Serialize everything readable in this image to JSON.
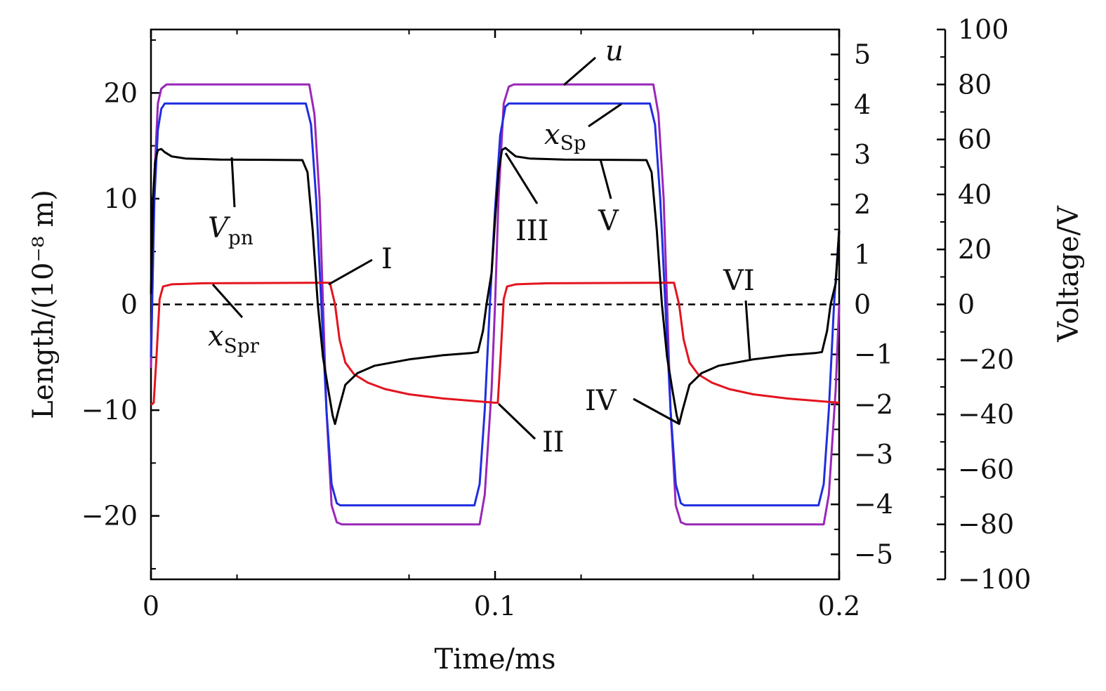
{
  "chart_data": {
    "type": "line",
    "title": "",
    "xlabel": "Time/ms",
    "ylabel_left": "Length/(10⁻⁸ m)",
    "ylabel_right": "Voltage/V",
    "xlim": [
      0,
      0.2
    ],
    "ylim_left": [
      -26,
      26
    ],
    "ylim_mid": [
      -5.5,
      5.5
    ],
    "ylim_right": [
      -100,
      100
    ],
    "grid": false,
    "legend": "none",
    "x_ticks": [
      0,
      0.1,
      0.2
    ],
    "x_tick_labels": [
      "0",
      "0.1",
      "0.2"
    ],
    "left_ticks": [
      -20,
      -10,
      0,
      10,
      20
    ],
    "left_tick_labels": [
      "−20",
      "−10",
      "0",
      "10",
      "20"
    ],
    "mid_ticks": [
      -5,
      -4,
      -3,
      -2,
      -1,
      0,
      1,
      2,
      3,
      4,
      5
    ],
    "mid_tick_labels": [
      "−5",
      "−4",
      "−3",
      "−2",
      "−1",
      "0",
      "1",
      "2",
      "3",
      "4",
      "5"
    ],
    "right_ticks": [
      -100,
      -80,
      -60,
      -40,
      -20,
      0,
      20,
      40,
      60,
      80,
      100
    ],
    "right_tick_labels": [
      "−100",
      "−80",
      "−60",
      "−40",
      "−20",
      "0",
      "20",
      "40",
      "60",
      "80",
      "100"
    ],
    "series": [
      {
        "name": "u",
        "color": "#9a26b8",
        "axis": "left",
        "points": [
          [
            0,
            -6
          ],
          [
            0.001,
            12
          ],
          [
            0.002,
            19
          ],
          [
            0.003,
            20.4
          ],
          [
            0.0045,
            20.8
          ],
          [
            0.046,
            20.8
          ],
          [
            0.0475,
            18
          ],
          [
            0.049,
            10
          ],
          [
            0.05,
            0
          ],
          [
            0.051,
            -10
          ],
          [
            0.0525,
            -19
          ],
          [
            0.054,
            -20.6
          ],
          [
            0.0555,
            -20.8
          ],
          [
            0.0955,
            -20.8
          ],
          [
            0.097,
            -18
          ],
          [
            0.099,
            -8
          ],
          [
            0.1,
            0
          ],
          [
            0.101,
            10
          ],
          [
            0.1025,
            19
          ],
          [
            0.104,
            20.6
          ],
          [
            0.1055,
            20.8
          ],
          [
            0.146,
            20.8
          ],
          [
            0.1475,
            18
          ],
          [
            0.149,
            10
          ],
          [
            0.15,
            0
          ],
          [
            0.151,
            -10
          ],
          [
            0.1525,
            -19
          ],
          [
            0.154,
            -20.6
          ],
          [
            0.1555,
            -20.8
          ],
          [
            0.1955,
            -20.8
          ],
          [
            0.197,
            -18
          ],
          [
            0.199,
            -8
          ],
          [
            0.2,
            0
          ]
        ]
      },
      {
        "name": "x_Sp",
        "color": "#1f2ee0",
        "axis": "left",
        "points": [
          [
            0,
            -5
          ],
          [
            0.001,
            10
          ],
          [
            0.002,
            16.5
          ],
          [
            0.003,
            18.5
          ],
          [
            0.004,
            19
          ],
          [
            0.045,
            19
          ],
          [
            0.0465,
            17
          ],
          [
            0.048,
            10
          ],
          [
            0.0495,
            0
          ],
          [
            0.051,
            -10
          ],
          [
            0.0525,
            -17
          ],
          [
            0.054,
            -18.8
          ],
          [
            0.055,
            -19
          ],
          [
            0.094,
            -19
          ],
          [
            0.0955,
            -17
          ],
          [
            0.097,
            -10
          ],
          [
            0.0985,
            0
          ],
          [
            0.1,
            9
          ],
          [
            0.1015,
            16
          ],
          [
            0.103,
            18.7
          ],
          [
            0.104,
            19
          ],
          [
            0.145,
            19
          ],
          [
            0.1465,
            17
          ],
          [
            0.148,
            10
          ],
          [
            0.1495,
            0
          ],
          [
            0.151,
            -10
          ],
          [
            0.1525,
            -17
          ],
          [
            0.154,
            -18.8
          ],
          [
            0.155,
            -19
          ],
          [
            0.194,
            -19
          ],
          [
            0.1955,
            -17
          ],
          [
            0.197,
            -10
          ],
          [
            0.1985,
            0
          ],
          [
            0.2,
            7
          ]
        ]
      },
      {
        "name": "x_Spr",
        "color": "#e3141e",
        "axis": "left",
        "points": [
          [
            0,
            -9.5
          ],
          [
            0.0008,
            -9.3
          ],
          [
            0.0016,
            -5
          ],
          [
            0.0025,
            0.5
          ],
          [
            0.0035,
            1.7
          ],
          [
            0.006,
            1.9
          ],
          [
            0.015,
            2
          ],
          [
            0.05,
            2.05
          ],
          [
            0.052,
            2.05
          ],
          [
            0.0535,
            0
          ],
          [
            0.0548,
            -3.3
          ],
          [
            0.0565,
            -5.5
          ],
          [
            0.059,
            -6.6
          ],
          [
            0.063,
            -7.4
          ],
          [
            0.068,
            -8.0
          ],
          [
            0.075,
            -8.5
          ],
          [
            0.085,
            -8.9
          ],
          [
            0.1,
            -9.3
          ],
          [
            0.1008,
            -9.3
          ],
          [
            0.1016,
            -5
          ],
          [
            0.1025,
            0.5
          ],
          [
            0.1035,
            1.7
          ],
          [
            0.106,
            1.9
          ],
          [
            0.115,
            2
          ],
          [
            0.15,
            2.05
          ],
          [
            0.152,
            2.05
          ],
          [
            0.1535,
            0
          ],
          [
            0.1548,
            -3.3
          ],
          [
            0.1565,
            -5.5
          ],
          [
            0.159,
            -6.6
          ],
          [
            0.163,
            -7.4
          ],
          [
            0.168,
            -8.0
          ],
          [
            0.175,
            -8.5
          ],
          [
            0.185,
            -8.9
          ],
          [
            0.2,
            -9.3
          ]
        ]
      },
      {
        "name": "V_pn",
        "color": "#000000",
        "axis": "left",
        "points": [
          [
            0,
            1
          ],
          [
            0.0006,
            10
          ],
          [
            0.0012,
            13.5
          ],
          [
            0.002,
            14.6
          ],
          [
            0.003,
            14.7
          ],
          [
            0.004,
            14.4
          ],
          [
            0.006,
            14
          ],
          [
            0.01,
            13.8
          ],
          [
            0.02,
            13.7
          ],
          [
            0.044,
            13.65
          ],
          [
            0.0455,
            12.5
          ],
          [
            0.047,
            7
          ],
          [
            0.0485,
            0
          ],
          [
            0.05,
            -5
          ],
          [
            0.0515,
            -8
          ],
          [
            0.0528,
            -10.5
          ],
          [
            0.0535,
            -11.3
          ],
          [
            0.0545,
            -10
          ],
          [
            0.0565,
            -7.6
          ],
          [
            0.06,
            -6.5
          ],
          [
            0.065,
            -5.8
          ],
          [
            0.075,
            -5.2
          ],
          [
            0.085,
            -4.8
          ],
          [
            0.093,
            -4.6
          ],
          [
            0.095,
            -4.5
          ],
          [
            0.0965,
            -2.5
          ],
          [
            0.0975,
            0
          ],
          [
            0.099,
            3
          ],
          [
            0.1,
            8
          ],
          [
            0.101,
            12.5
          ],
          [
            0.102,
            14.6
          ],
          [
            0.103,
            14.8
          ],
          [
            0.1045,
            14.4
          ],
          [
            0.106,
            14
          ],
          [
            0.11,
            13.8
          ],
          [
            0.12,
            13.7
          ],
          [
            0.144,
            13.65
          ],
          [
            0.1455,
            12.5
          ],
          [
            0.147,
            7
          ],
          [
            0.1485,
            0
          ],
          [
            0.15,
            -5
          ],
          [
            0.1515,
            -8
          ],
          [
            0.1528,
            -10.5
          ],
          [
            0.1535,
            -11.3
          ],
          [
            0.1545,
            -10
          ],
          [
            0.1565,
            -7.6
          ],
          [
            0.16,
            -6.5
          ],
          [
            0.165,
            -5.8
          ],
          [
            0.175,
            -5.2
          ],
          [
            0.185,
            -4.8
          ],
          [
            0.193,
            -4.6
          ],
          [
            0.195,
            -4.5
          ],
          [
            0.1965,
            -2.5
          ],
          [
            0.1975,
            0
          ],
          [
            0.199,
            2
          ],
          [
            0.2,
            7
          ]
        ]
      }
    ],
    "zero_line": {
      "style": "dashed",
      "y": 0
    },
    "annotations": [
      {
        "text": "u",
        "italic": true
      },
      {
        "text": "x",
        "sub": "Sp",
        "italic": true
      },
      {
        "text": "V",
        "sub": "pn",
        "italic": true
      },
      {
        "text": "x",
        "sub": "Spr",
        "italic": true
      },
      {
        "text": "I"
      },
      {
        "text": "II"
      },
      {
        "text": "III"
      },
      {
        "text": "IV"
      },
      {
        "text": "V"
      },
      {
        "text": "VI"
      }
    ]
  }
}
